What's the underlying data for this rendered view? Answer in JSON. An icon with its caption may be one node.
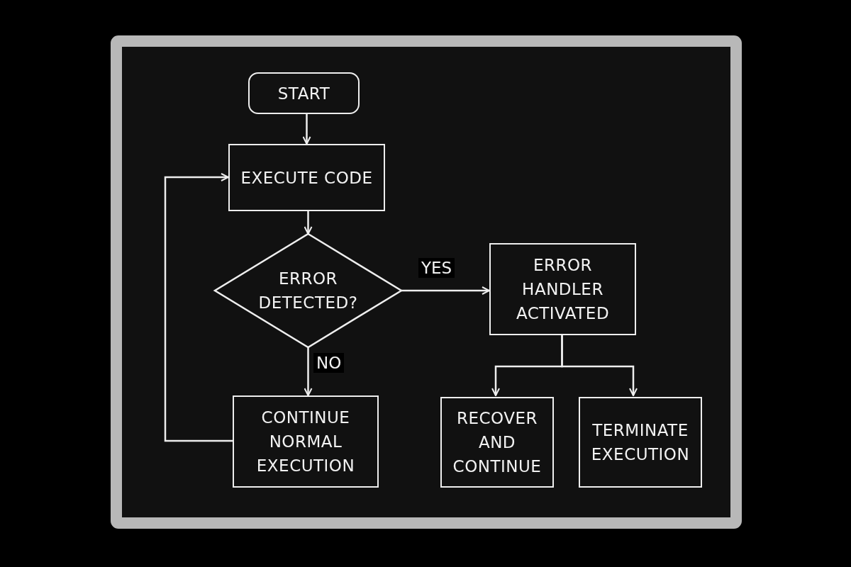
{
  "diagram": {
    "nodes": [
      {
        "text": [
          "START"
        ]
      },
      {
        "text": [
          "EXECUTE CODE"
        ]
      },
      {
        "text": [
          "ERROR DETECTED?"
        ]
      },
      {
        "text": [
          "ERROR HANDLER ACTIVATED"
        ]
      },
      {
        "text": [
          "CONTINUE NORMAL EXECUTION"
        ]
      },
      {
        "text": [
          "RECOVER AND CONTINUE"
        ]
      },
      {
        "text": [
          "TERMINATE EXECUTION"
        ]
      }
    ],
    "edges": [
      {
        "from": 0,
        "to": 1,
        "arrow": "to"
      },
      {
        "from": 1,
        "to": 2,
        "arrow": "to"
      },
      {
        "from": 2,
        "to": 3,
        "arrow": "to",
        "label": "YES"
      },
      {
        "from": 2,
        "to": 4,
        "arrow": "to",
        "label": "NO"
      },
      {
        "from": 4,
        "to": 1,
        "arrow": "to"
      },
      {
        "from": 3,
        "to": 5,
        "arrow": "to"
      },
      {
        "from": 3,
        "to": 6,
        "arrow": "to"
      }
    ]
  }
}
